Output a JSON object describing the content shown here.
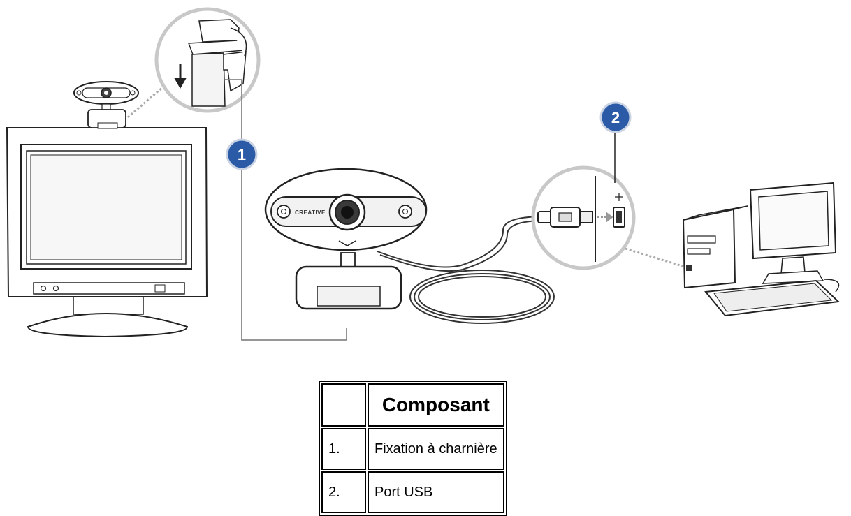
{
  "diagram": {
    "callouts": [
      {
        "number": "1"
      },
      {
        "number": "2"
      }
    ],
    "webcam_brand": "CREATIVE",
    "colors": {
      "callout_fill": "#2b5aa6",
      "callout_ring": "#c9d3e3",
      "magnifier_ring": "#c8c8c8",
      "leader_line": "#aaaaaa",
      "outline": "#222222"
    },
    "icons": [
      "monitor-icon",
      "webcam-icon",
      "hinge-clip-icon",
      "usb-plug-icon",
      "usb-port-icon",
      "desktop-computer-icon",
      "keyboard-icon",
      "usb-cable-icon"
    ]
  },
  "table": {
    "header": {
      "number": "",
      "component": "Composant"
    },
    "rows": [
      {
        "number": "1.",
        "component": "Fixation à charnière"
      },
      {
        "number": "2.",
        "component": "Port USB"
      }
    ]
  }
}
